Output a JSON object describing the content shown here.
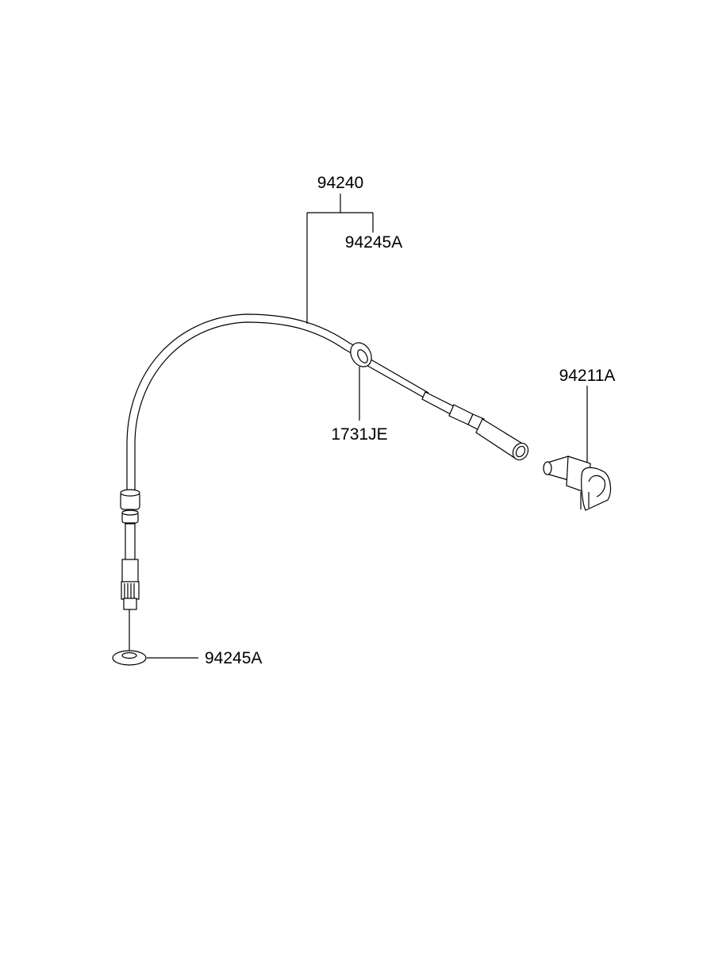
{
  "labels": {
    "cable_assembly": "94240",
    "grommet_top": "94245A",
    "clip": "1731JE",
    "connector": "94211A",
    "grommet_bottom": "94245A"
  }
}
